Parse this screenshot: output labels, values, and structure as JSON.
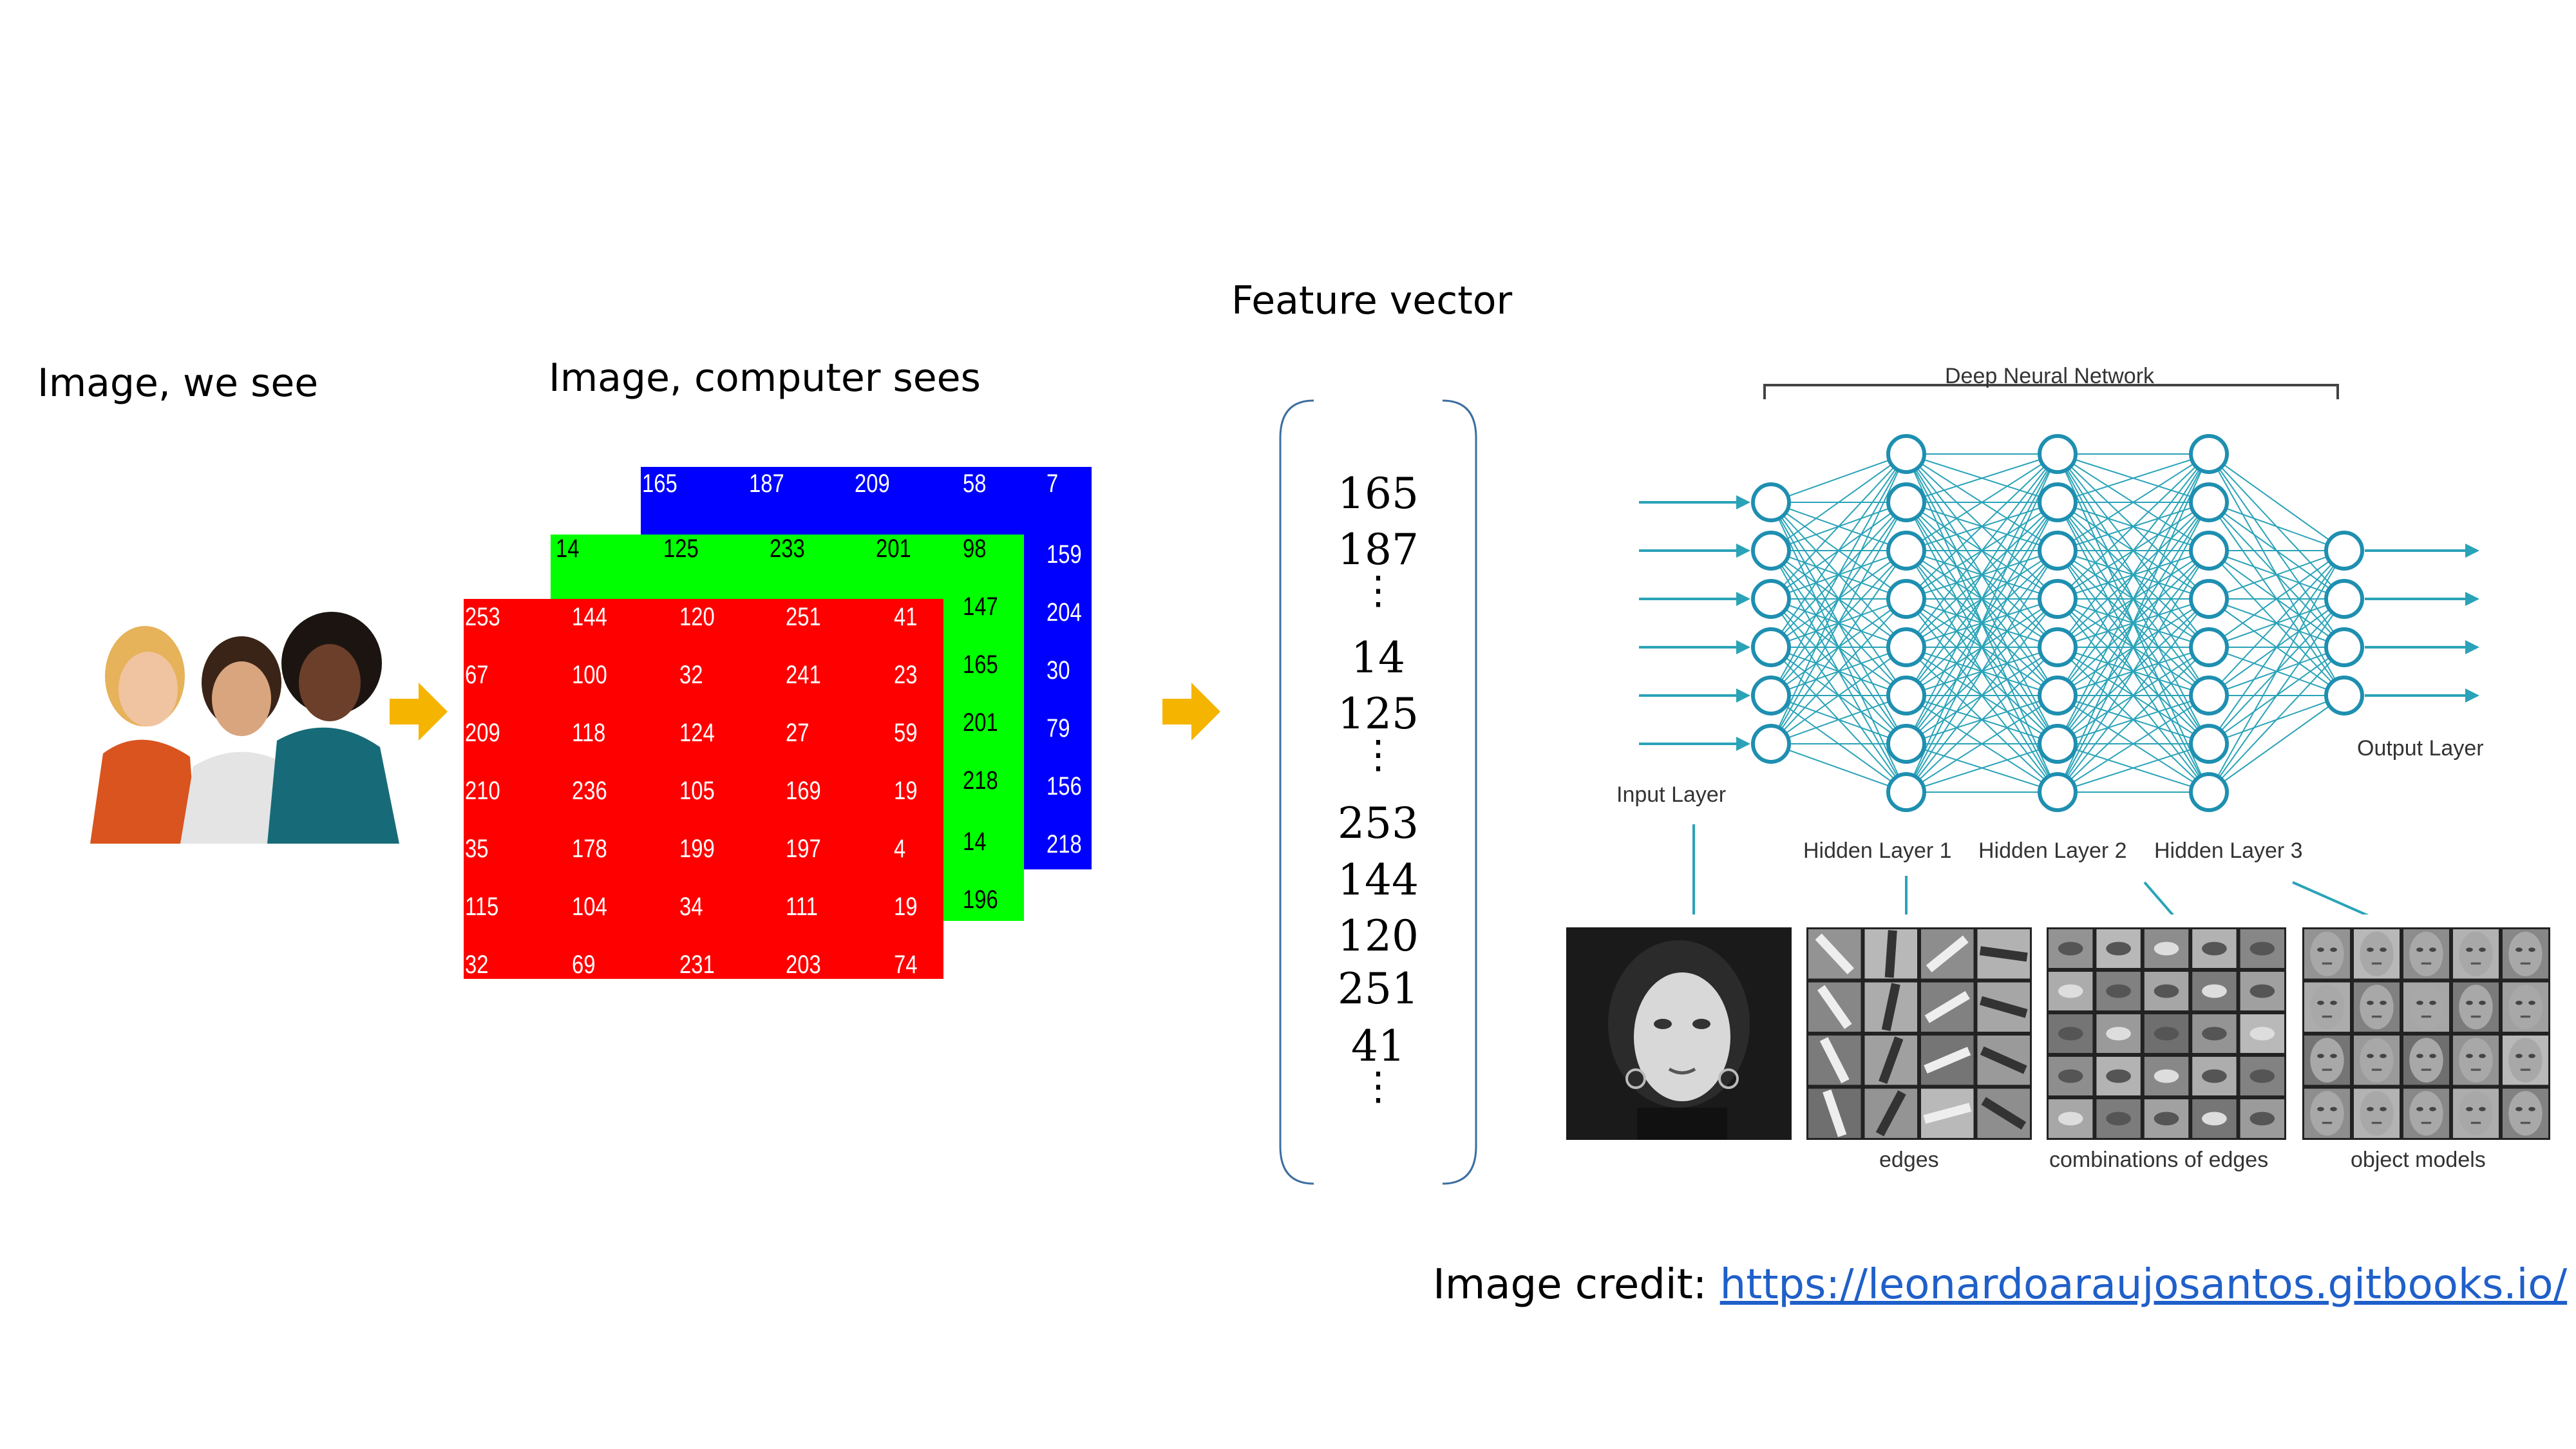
{
  "headings": {
    "image_we_see": "Image, we see",
    "image_computer_sees": "Image, computer sees",
    "feature_vector": "Feature vector"
  },
  "matrices": {
    "blue": [
      [
        "165",
        "187",
        "209",
        "58",
        "7"
      ],
      [
        "",
        "",
        "",
        "",
        "159"
      ],
      [
        "",
        "",
        "",
        "",
        "204"
      ],
      [
        "",
        "",
        "",
        "",
        "30"
      ],
      [
        "",
        "",
        "",
        "",
        "79"
      ],
      [
        "",
        "",
        "",
        "",
        "156"
      ],
      [
        "",
        "",
        "",
        "",
        "218"
      ]
    ],
    "green": [
      [
        "14",
        "125",
        "233",
        "201",
        "98"
      ],
      [
        "",
        "",
        "",
        "",
        "147"
      ],
      [
        "",
        "",
        "",
        "",
        "165"
      ],
      [
        "",
        "",
        "",
        "",
        "201"
      ],
      [
        "",
        "",
        "",
        "",
        "218"
      ],
      [
        "",
        "",
        "",
        "",
        "14"
      ],
      [
        "",
        "",
        "",
        "",
        "196"
      ]
    ],
    "red": [
      [
        "253",
        "144",
        "120",
        "251",
        "41"
      ],
      [
        "67",
        "100",
        "32",
        "241",
        "23"
      ],
      [
        "209",
        "118",
        "124",
        "27",
        "59"
      ],
      [
        "210",
        "236",
        "105",
        "169",
        "19"
      ],
      [
        "35",
        "178",
        "199",
        "197",
        "4"
      ],
      [
        "115",
        "104",
        "34",
        "111",
        "19"
      ],
      [
        "32",
        "69",
        "231",
        "203",
        "74"
      ]
    ]
  },
  "feature_vector": [
    "165",
    "187",
    "⋮",
    "14",
    "125",
    "⋮",
    "253",
    "144",
    "120",
    "251",
    "41",
    "⋮"
  ],
  "network": {
    "title": "Deep Neural Network",
    "input_label": "Input Layer",
    "hidden1": "Hidden Layer 1",
    "hidden2": "Hidden Layer 2",
    "hidden3": "Hidden Layer 3",
    "output_label": "Output Layer",
    "feature_captions": [
      "edges",
      "combinations of edges",
      "object models"
    ],
    "colors": {
      "line": "#2aa3b8",
      "node": "#1e8fb0"
    }
  },
  "arrow_color": "#f5b400",
  "credit": {
    "prefix": "Image credit: ",
    "link": "https://leonardoaraujosantos.gitbooks.io/"
  }
}
